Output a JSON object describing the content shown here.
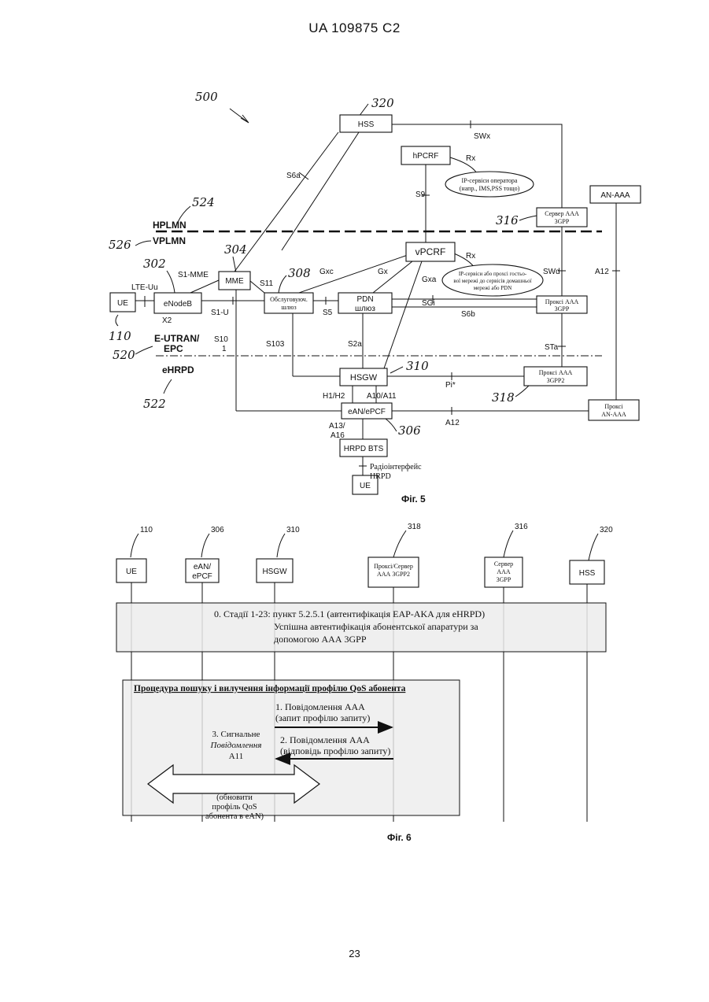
{
  "header": {
    "patent_id": "UA   109875   C2"
  },
  "page_number": "23",
  "fig5": {
    "caption": "Фіг. 5",
    "ref_labels": {
      "r500": "500",
      "r320": "320",
      "r524": "524",
      "r526": "526",
      "r302": "302",
      "r304": "304",
      "r308": "308",
      "r316": "316",
      "r110": "110",
      "r520": "520",
      "r522": "522",
      "r310": "310",
      "r318": "318",
      "r306": "306"
    },
    "nodes": {
      "hss": "HSS",
      "hpcrf": "hPCRF",
      "an_aaa": "AN-AAA",
      "aaa_server_3gpp_1": "Сервер ААА",
      "aaa_server_3gpp_2": "3GPP",
      "vpcrf": "vPCRF",
      "mme": "MME",
      "ue": "UE",
      "enodeb": "eNodeB",
      "serving_gw_1": "Обслуговуюч.",
      "serving_gw_2": "шлюз",
      "pdn_1": "PDN",
      "pdn_2": "шлюз",
      "proxy_aaa_3gpp_1": "Проксі ААА",
      "proxy_aaa_3gpp_2": "3GPP",
      "hsgw": "HSGW",
      "proxy_aaa_3gpp2_1": "Проксі ААА",
      "proxy_aaa_3gpp2_2": "3GPP2",
      "ean_epcf": "eAN/ePCF",
      "proxy_an_aaa_1": "Проксі",
      "proxy_an_aaa_2": "AN-AAA",
      "hrpd_bts": "HRPD BTS",
      "ue2": "UE"
    },
    "interfaces": {
      "swx": "SWx",
      "rx1": "Rx",
      "s6a": "S6a",
      "s9": "S9",
      "rx2": "Rx",
      "s1mme": "S1-MME",
      "lte_uu": "LTE-Uu",
      "s11": "S11",
      "gxc": "Gxc",
      "gx": "Gx",
      "gxa": "Gxa",
      "swd": "SWd",
      "a12a": "A12",
      "x2": "X2",
      "s1u": "S1-U",
      "s5": "S5",
      "sgi": "SGi",
      "s6b": "S6b",
      "s10a": "S10",
      "s10b": "1",
      "s103": "S103",
      "s2a": "S2a",
      "sta": "STa",
      "pi": "Pi*",
      "h1h2": "H1/H2",
      "a10a11": "A10/A11",
      "a13": "A13/",
      "a16": "A16",
      "a12b": "A12",
      "radio_1": "Радіоінтерфейс",
      "radio_2": "HRPD"
    },
    "domains": {
      "hplmn": "HPLMN",
      "vplmn": "VPLMN",
      "eutran": "E-UTRAN/",
      "epc": "EPC",
      "ehrpd": "eHRPD"
    },
    "ellipses": {
      "op_services_1": "IP-сервіси оператора",
      "op_services_2": "(напр., IMS,PSS тощо)",
      "guest_1": "IP-сервіси або прохсі гостьо-",
      "guest_2": "вої мережі до сервісів домашньої",
      "guest_3": "мережі або PDN"
    }
  },
  "fig6": {
    "caption": "Фіг. 6",
    "ref_labels": {
      "r110": "110",
      "r306": "306",
      "r310": "310",
      "r318": "318",
      "r316": "316",
      "r320": "320"
    },
    "entities": {
      "ue": "UE",
      "ean_1": "eAN/",
      "ean_2": "ePCF",
      "hsgw": "HSGW",
      "proxy_1": "Проксі/Сервер",
      "proxy_2": "ААА 3GPP2",
      "server_1": "Сервер",
      "server_2": "ААА",
      "server_3": "3GPP",
      "hss": "HSS"
    },
    "stage0_1": "0. Стадії 1-23: пункт 5.2.5.1 (автентифікація EAP-AKA для eHRPD)",
    "stage0_2": "Успішна автентифікація абонентської апаратури за",
    "stage0_3": "допомогою ААА 3GPP",
    "procedure_title": "Процедура пошуку і вилучення інформації профілю QoS абонента",
    "msg1_1": "1. Повідомлення ААА",
    "msg1_2": "(запит профілю запиту)",
    "msg2_1": "2. Повідомлення ААА",
    "msg2_2": "(відповідь профілю запиту)",
    "signal_1": "3. Сигнальне",
    "signal_2": "Повідомлення",
    "signal_3": "A11",
    "update_1": "(обновити",
    "update_2": "профіль QoS",
    "update_3": "абонента в eAN)"
  }
}
